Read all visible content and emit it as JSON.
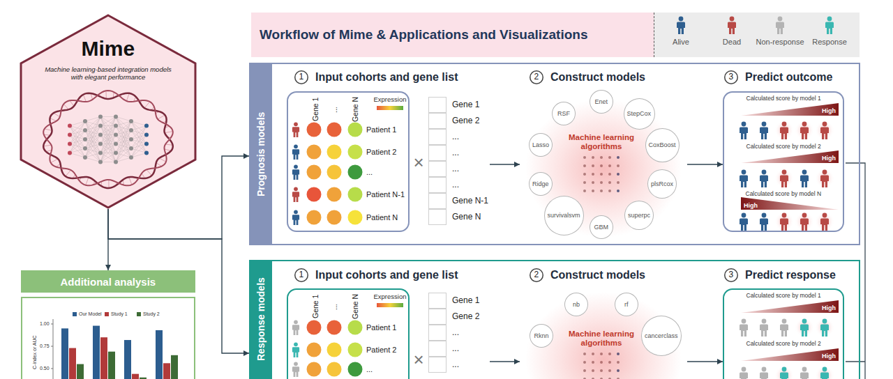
{
  "diagram": {
    "title": "Workflow of Mime & Applications and Visualizations",
    "nodes": [
      {
        "text": [
          "Mime",
          "Machine learning-based integration models with elegant performance"
        ]
      },
      {
        "text": [
          "Additional analysis"
        ]
      },
      {
        "text": [
          "Prognosis models"
        ]
      },
      {
        "text": [
          "1",
          "Input cohorts and gene list"
        ],
        "in": 2
      },
      {
        "text": [
          "Gene 1",
          "...",
          "Gene N",
          "Expression",
          "Patient 1",
          "Patient 2",
          "...",
          "Patient N-1",
          "Patient N"
        ],
        "in": 2
      },
      {
        "text": [
          "Gene 1",
          "Gene 2",
          "...",
          "...",
          "...",
          "...",
          "Gene N-1",
          "Gene N"
        ],
        "in": 2
      },
      {
        "text": [
          "2",
          "Construct models"
        ],
        "in": 2
      },
      {
        "text": [
          "Machine learning algorithms"
        ],
        "in": 2
      },
      {
        "text": [
          "Enet"
        ],
        "in": 2
      },
      {
        "text": [
          "StepCox"
        ],
        "in": 2
      },
      {
        "text": [
          "CoxBoost"
        ],
        "in": 2
      },
      {
        "text": [
          "plsRcox"
        ],
        "in": 2
      },
      {
        "text": [
          "superpc"
        ],
        "in": 2
      },
      {
        "text": [
          "GBM"
        ],
        "in": 2
      },
      {
        "text": [
          "survivalsvm"
        ],
        "in": 2
      },
      {
        "text": [
          "Ridge"
        ],
        "in": 2
      },
      {
        "text": [
          "Lasso"
        ],
        "in": 2
      },
      {
        "text": [
          "RSF"
        ],
        "in": 2
      },
      {
        "text": [
          "3",
          "Predict outcome"
        ],
        "in": 2
      },
      {
        "text": [
          "Calculated score by model 1",
          "High",
          "Calculated score by model 2",
          "High",
          "Calculated score by model N",
          "High"
        ],
        "in": 2
      },
      {
        "text": [
          "Response models"
        ]
      },
      {
        "text": [
          "1",
          "Input cohorts and gene list"
        ],
        "in": 20
      },
      {
        "text": [
          "Gene 1",
          "...",
          "Gene N",
          "Expression",
          "Patient 1",
          "Patient 2",
          "..."
        ],
        "in": 20
      },
      {
        "text": [
          "Gene 1",
          "Gene 2",
          "...",
          "...",
          "..."
        ],
        "in": 20
      },
      {
        "text": [
          "2",
          "Construct models"
        ],
        "in": 20
      },
      {
        "text": [
          "Machine learning algorithms"
        ],
        "in": 20
      },
      {
        "text": [
          "nb"
        ],
        "in": 20
      },
      {
        "text": [
          "rf"
        ],
        "in": 20
      },
      {
        "text": [
          "cancerclass"
        ],
        "in": 20
      },
      {
        "text": [
          "Rknn"
        ],
        "in": 20
      },
      {
        "text": [
          "3",
          "Predict response"
        ],
        "in": 20
      },
      {
        "text": [
          "Calculated score by model 1",
          "High",
          "Calculated score by model 2",
          "High"
        ],
        "in": 20
      }
    ],
    "edges": [
      {
        "from": 0,
        "to": 1,
        "arrow": "to"
      },
      {
        "from": 0,
        "to": 2,
        "arrow": "to"
      },
      {
        "from": 0,
        "to": 20,
        "arrow": "to"
      },
      {
        "from": 5,
        "to": 7,
        "arrow": "to"
      },
      {
        "from": 7,
        "to": 19,
        "arrow": "to"
      },
      {
        "from": 23,
        "to": 25,
        "arrow": "to"
      },
      {
        "from": 25,
        "to": 31,
        "arrow": "to"
      }
    ],
    "labels": [
      "×",
      "×",
      "Our Model",
      "Study 1",
      "Study 2",
      "C-index or AUC",
      "1.00",
      "0.75",
      "0.50"
    ],
    "legend": [
      {
        "text": "Alive",
        "color": "#2f5f8f"
      },
      {
        "text": "Dead",
        "color": "#b84a46"
      },
      {
        "text": "Non-response",
        "color": "#b3b3b3"
      },
      {
        "text": "Response",
        "color": "#3ab7b1"
      }
    ]
  }
}
